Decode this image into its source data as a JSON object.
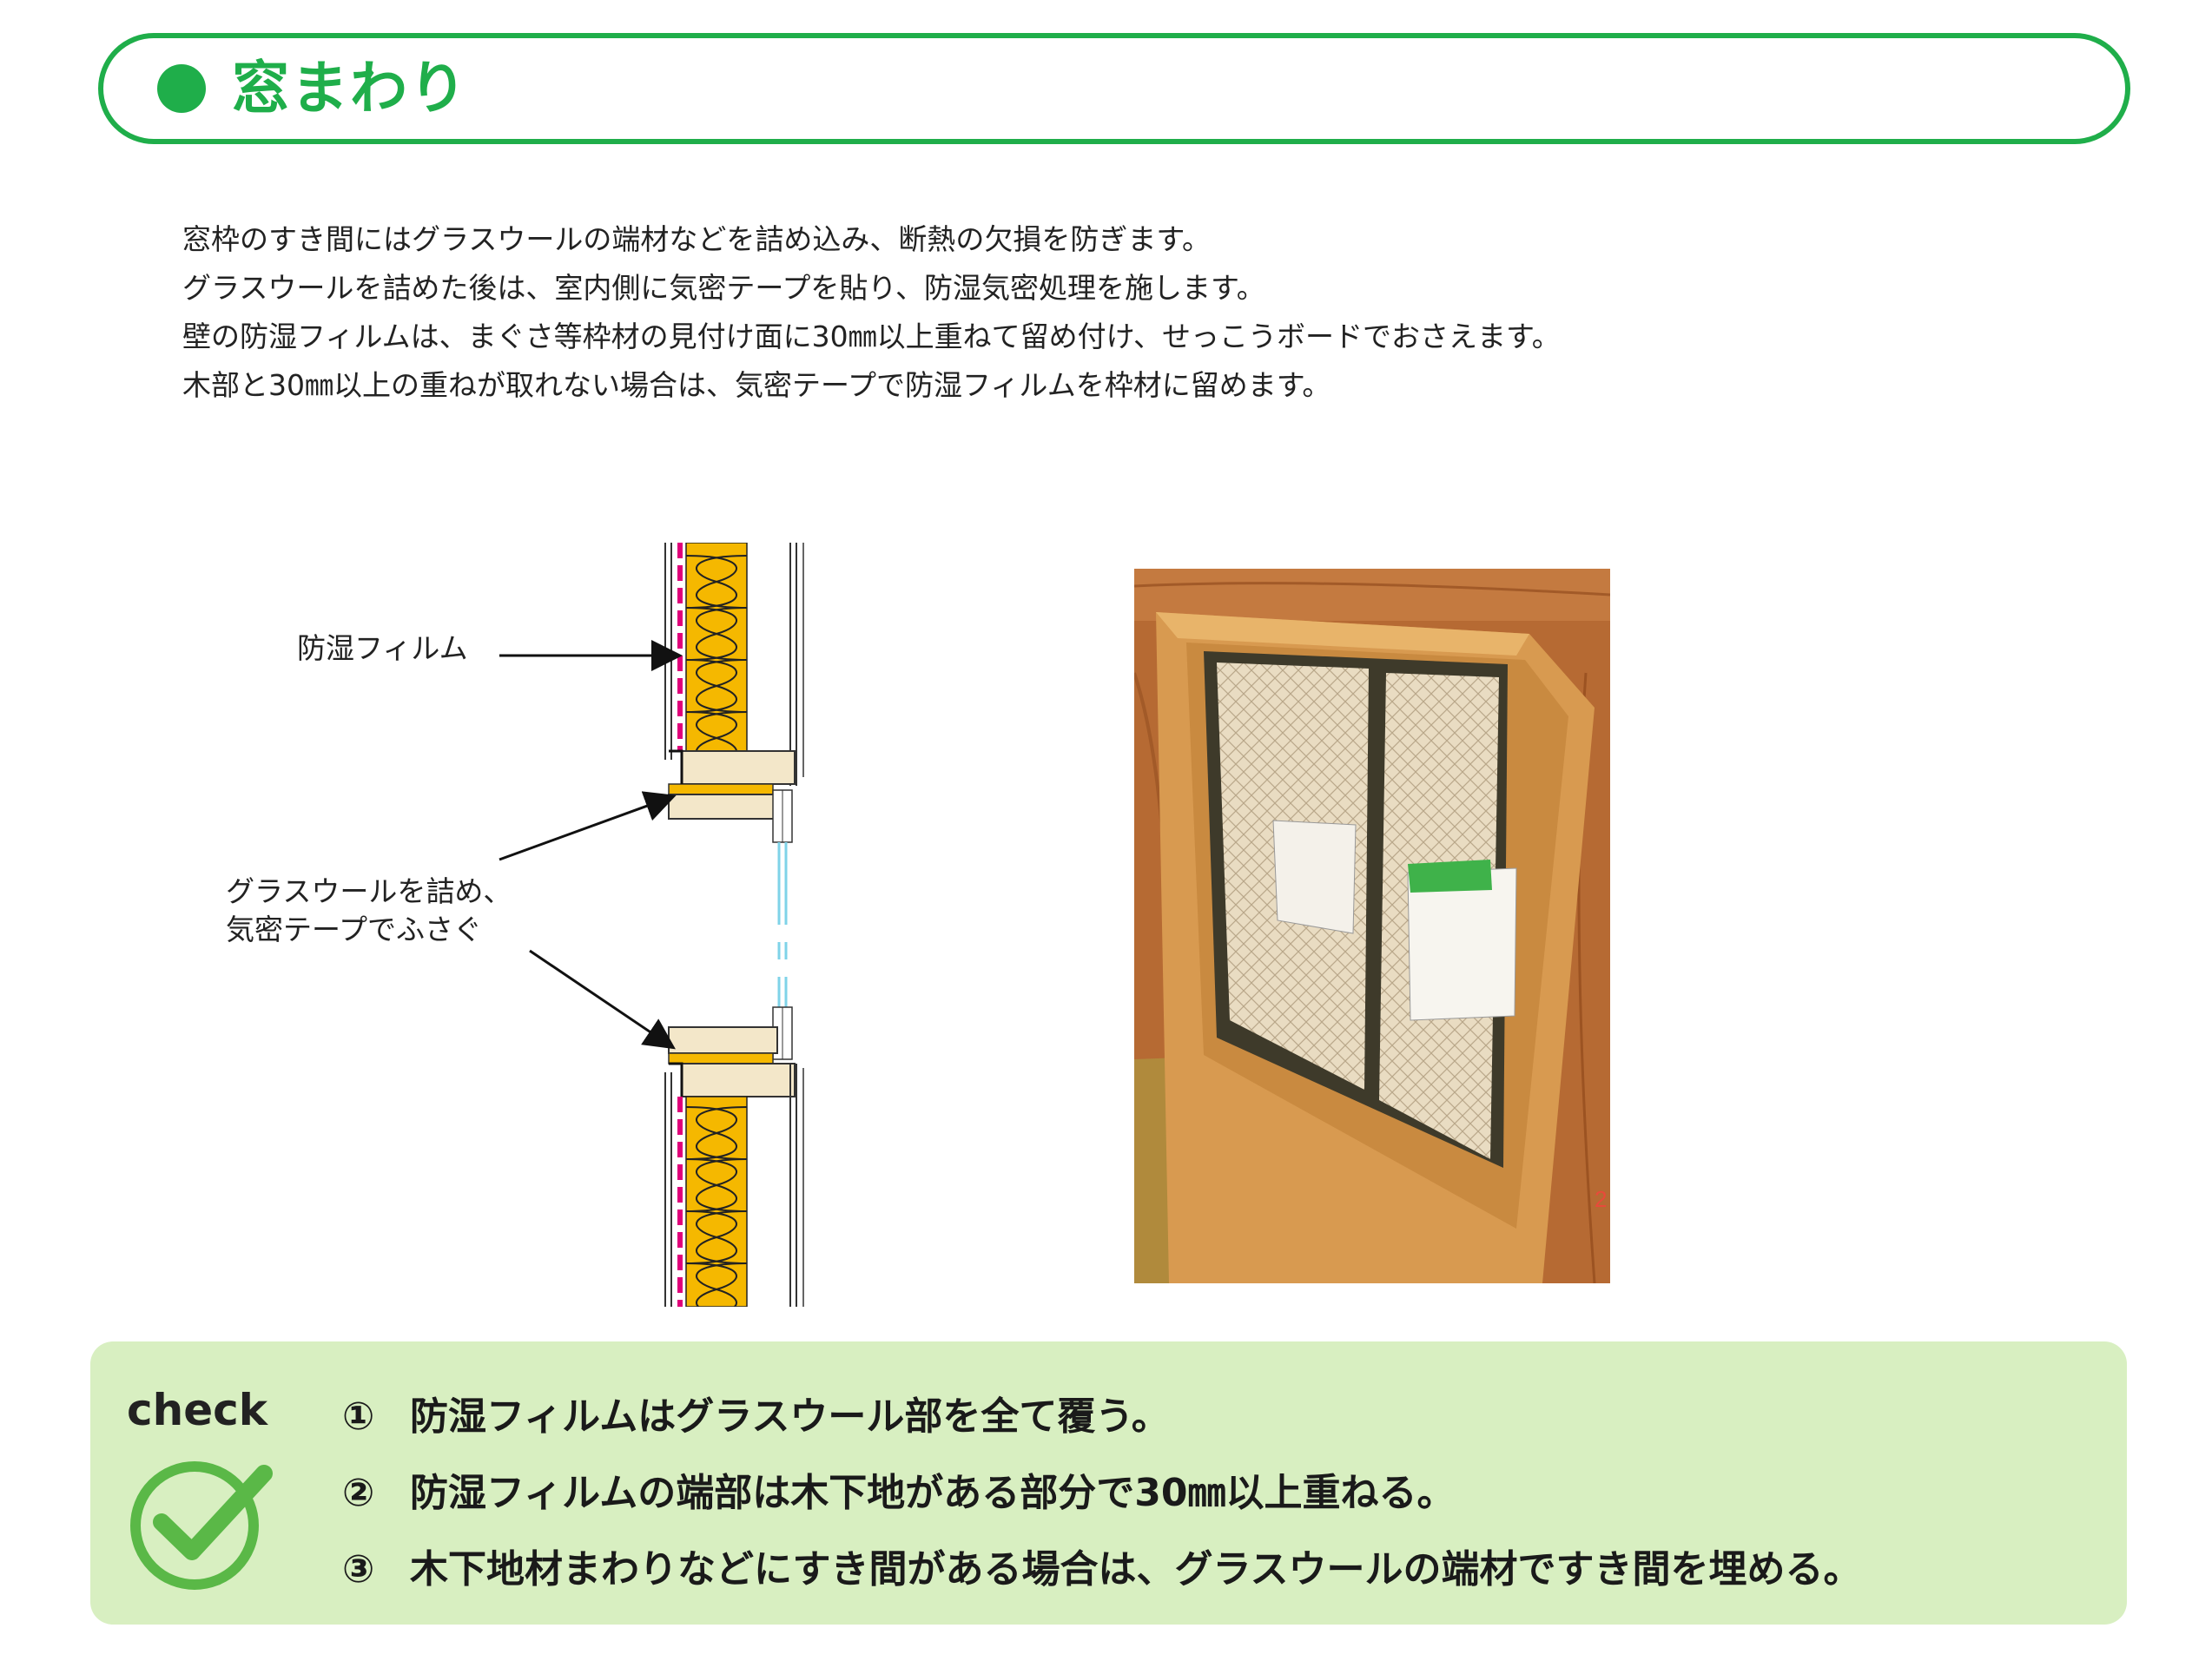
{
  "header": {
    "title": "窓まわり"
  },
  "intro": {
    "lines": [
      "窓枠のすき間にはグラスウールの端材などを詰め込み、断熱の欠損を防ぎます。",
      "グラスウールを詰めた後は、室内側に気密テープを貼り、防湿気密処理を施します。",
      "壁の防湿フィルムは、まぐさ等枠材の見付け面に30㎜以上重ねて留め付け、せっこうボードでおさえます。",
      "木部と30㎜以上の重ねが取れない場合は、気密テープで防湿フィルムを枠材に留めます。"
    ]
  },
  "diagram": {
    "label_film": "防湿フィルム",
    "label_glasswool_1": "グラスウールを詰め、",
    "label_glasswool_2": "気密テープでふさぐ"
  },
  "photo": {
    "corner_mark": "2"
  },
  "check": {
    "title": "check",
    "items": [
      {
        "num": "①",
        "text": "防湿フィルムはグラスウール部を全て覆う。"
      },
      {
        "num": "②",
        "text": "防湿フィルムの端部は木下地がある部分で30㎜以上重ねる。"
      },
      {
        "num": "③",
        "text": "木下地材まわりなどにすき間がある場合は、グラスウールの端材ですき間を埋める。"
      }
    ]
  },
  "colors": {
    "accent": "#1fae4a",
    "check_bg": "#d8efc1",
    "insulation": "#f5b800",
    "film": "#e0007a",
    "wood": "#f3e7c9"
  }
}
